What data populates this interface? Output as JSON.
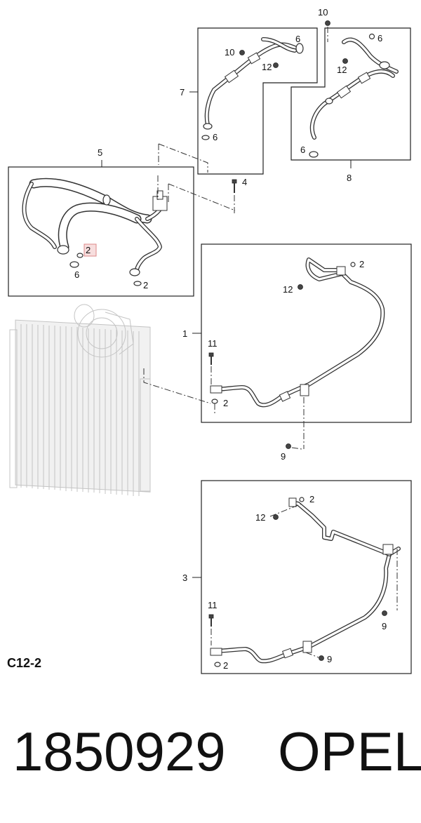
{
  "diagram_code": "C12-2",
  "part_number": "1850929",
  "brand": "OPEL",
  "callouts": {
    "group_5": "5",
    "group_7": "7",
    "group_8": "8",
    "group_1": "1",
    "group_3": "3",
    "bolt_4": "4",
    "ring_2": "2",
    "ring_6": "6",
    "nut_9": "9",
    "nut_10": "10",
    "bolt_11": "11",
    "nut_12": "12"
  },
  "highlighted_callout": "2",
  "highlight_color": "#f7dede"
}
